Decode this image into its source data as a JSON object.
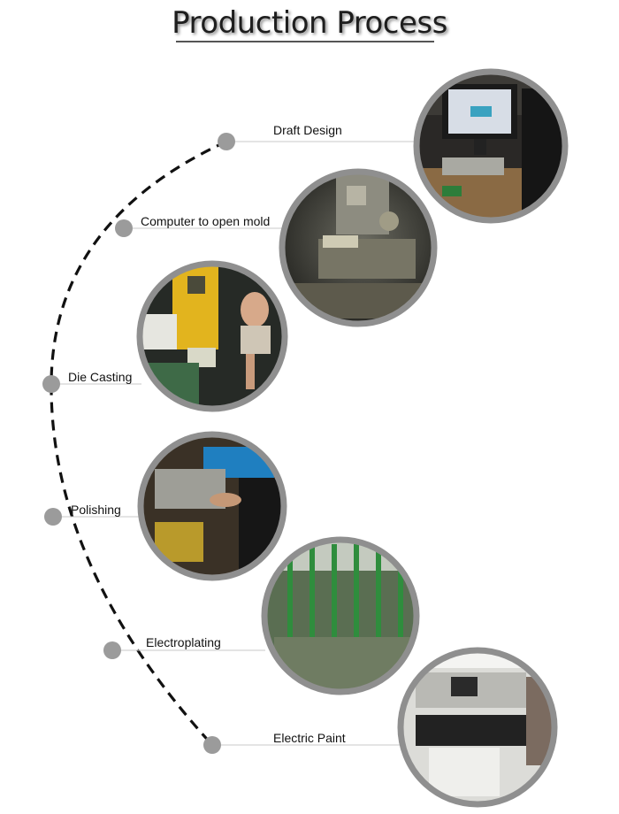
{
  "title": "Production Process",
  "colors": {
    "dash": "#111111",
    "node": "#9b9b9b",
    "photo_ring": "#8f8f8f",
    "leader_line": "#c8c8c8"
  },
  "steps": [
    {
      "label": "Draft Design",
      "photo": "computer-monitor-workstation"
    },
    {
      "label": "Computer to open mold",
      "photo": "cnc-milling-machine"
    },
    {
      "label": "Die Casting",
      "photo": "die-casting-machine-operator"
    },
    {
      "label": "Polishing",
      "photo": "hand-polishing-parts"
    },
    {
      "label": "Electroplating",
      "photo": "electroplating-line"
    },
    {
      "label": "Electric Paint",
      "photo": "automatic-painting-machine"
    }
  ]
}
